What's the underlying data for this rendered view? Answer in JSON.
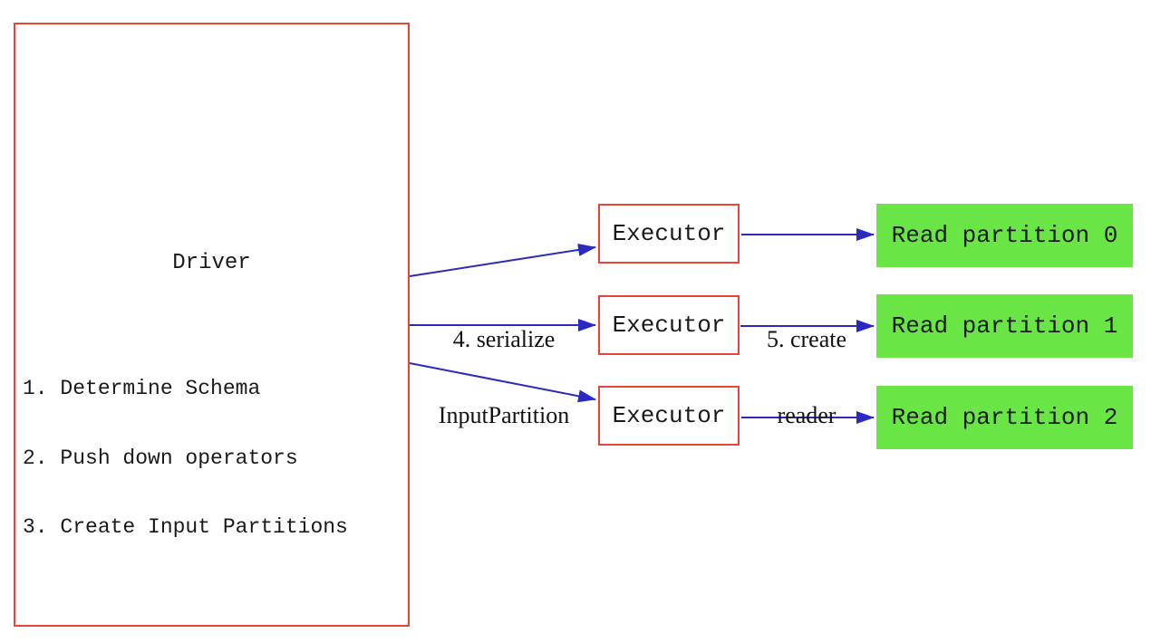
{
  "diagram": {
    "driver": {
      "title": "Driver",
      "steps": [
        "1. Determine Schema",
        "2. Push down operators",
        "3. Create Input Partitions"
      ]
    },
    "executors": [
      {
        "label": "Executor"
      },
      {
        "label": "Executor"
      },
      {
        "label": "Executor"
      }
    ],
    "partitions": [
      {
        "label": "Read partition 0"
      },
      {
        "label": "Read partition 1"
      },
      {
        "label": "Read partition 2"
      }
    ],
    "edge_labels": [
      {
        "line1": "4. serialize",
        "line2": "InputPartition"
      },
      {
        "line1": "5. create",
        "line2": "reader"
      }
    ],
    "colors": {
      "box_border_red": "#e8443b",
      "arrow_blue": "#2a2ac0",
      "partition_green": "#69e646",
      "text_black": "#1a1a1a",
      "background": "#ffffff"
    }
  }
}
